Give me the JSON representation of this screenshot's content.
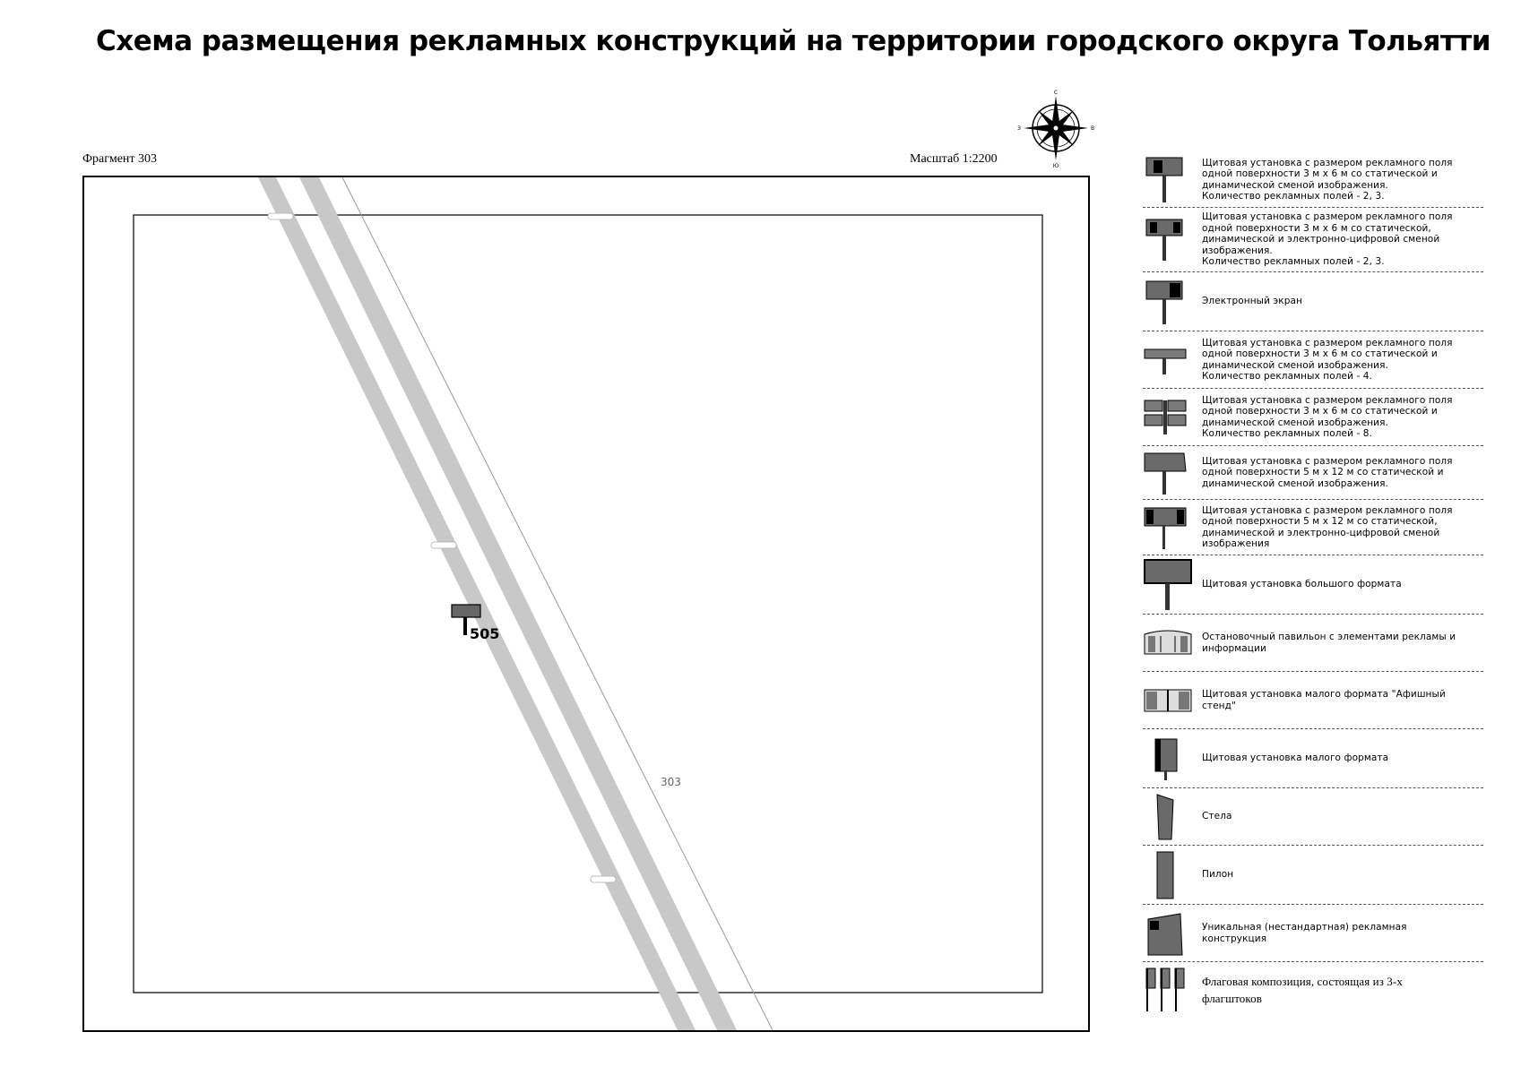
{
  "header": {
    "title": "Схема размещения рекламных конструкций на территории городского округа Тольятти",
    "fragment_label": "Фрагмент 303",
    "scale_label": "Масштаб 1:2200"
  },
  "compass": {
    "north": "С",
    "south": "Ю",
    "west": "З",
    "east": "В"
  },
  "map": {
    "fragment_number": "303",
    "billboards": [
      {
        "number": "505"
      }
    ]
  },
  "legend": {
    "items": [
      {
        "icon": "billboard-3x6-static-dynamic-icon",
        "text": "Щитовая установка с размером рекламного поля\nодной поверхности 3 м х 6 м со статической и\nдинамической сменой изображения.\nКоличество рекламных полей - 2, 3."
      },
      {
        "icon": "billboard-3x6-digital-icon",
        "text": "Щитовая установка с размером рекламного поля\nодной поверхности 3 м х 6 м со статической,\nдинамической и электронно-цифровой сменой\nизображения.\nКоличество рекламных полей - 2, 3."
      },
      {
        "icon": "electronic-screen-icon",
        "text": "Электронный экран"
      },
      {
        "icon": "billboard-3x6-four-fields-icon",
        "text": "Щитовая установка с размером рекламного поля\nодной поверхности 3 м х 6 м со статической и\nдинамической сменой изображения.\nКоличество рекламных полей - 4."
      },
      {
        "icon": "billboard-3x6-eight-fields-icon",
        "text": "Щитовая установка с размером рекламного поля\nодной поверхности 3 м х 6 м со статической и\nдинамической сменой изображения.\nКоличество рекламных полей - 8."
      },
      {
        "icon": "billboard-5x12-static-dynamic-icon",
        "text": "Щитовая установка с размером рекламного поля\nодной поверхности 5 м х 12 м со статической и\nдинамической сменой изображения."
      },
      {
        "icon": "billboard-5x12-digital-icon",
        "text": "Щитовая установка с размером рекламного поля\nодной поверхности 5 м х 12 м со статической,\nдинамической и электронно-цифровой сменой\nизображения"
      },
      {
        "icon": "large-format-billboard-icon",
        "text": "Щитовая установка большого формата"
      },
      {
        "icon": "bus-stop-pavilion-icon",
        "text": "Остановочный павильон с элементами рекламы и\nинформации"
      },
      {
        "icon": "poster-stand-icon",
        "text": "Щитовая установка малого формата \"Афишный\nстенд\""
      },
      {
        "icon": "small-format-billboard-icon",
        "text": "Щитовая установка малого формата"
      },
      {
        "icon": "stela-icon",
        "text": "Стела"
      },
      {
        "icon": "pylon-icon",
        "text": "Пилон"
      },
      {
        "icon": "unique-construction-icon",
        "text": "Уникальная (нестандартная) рекламная\nконструкция"
      },
      {
        "icon": "flag-composition-icon",
        "text": "Флаговая композиция, состоящая из 3-х\nфлагштоков"
      }
    ]
  }
}
